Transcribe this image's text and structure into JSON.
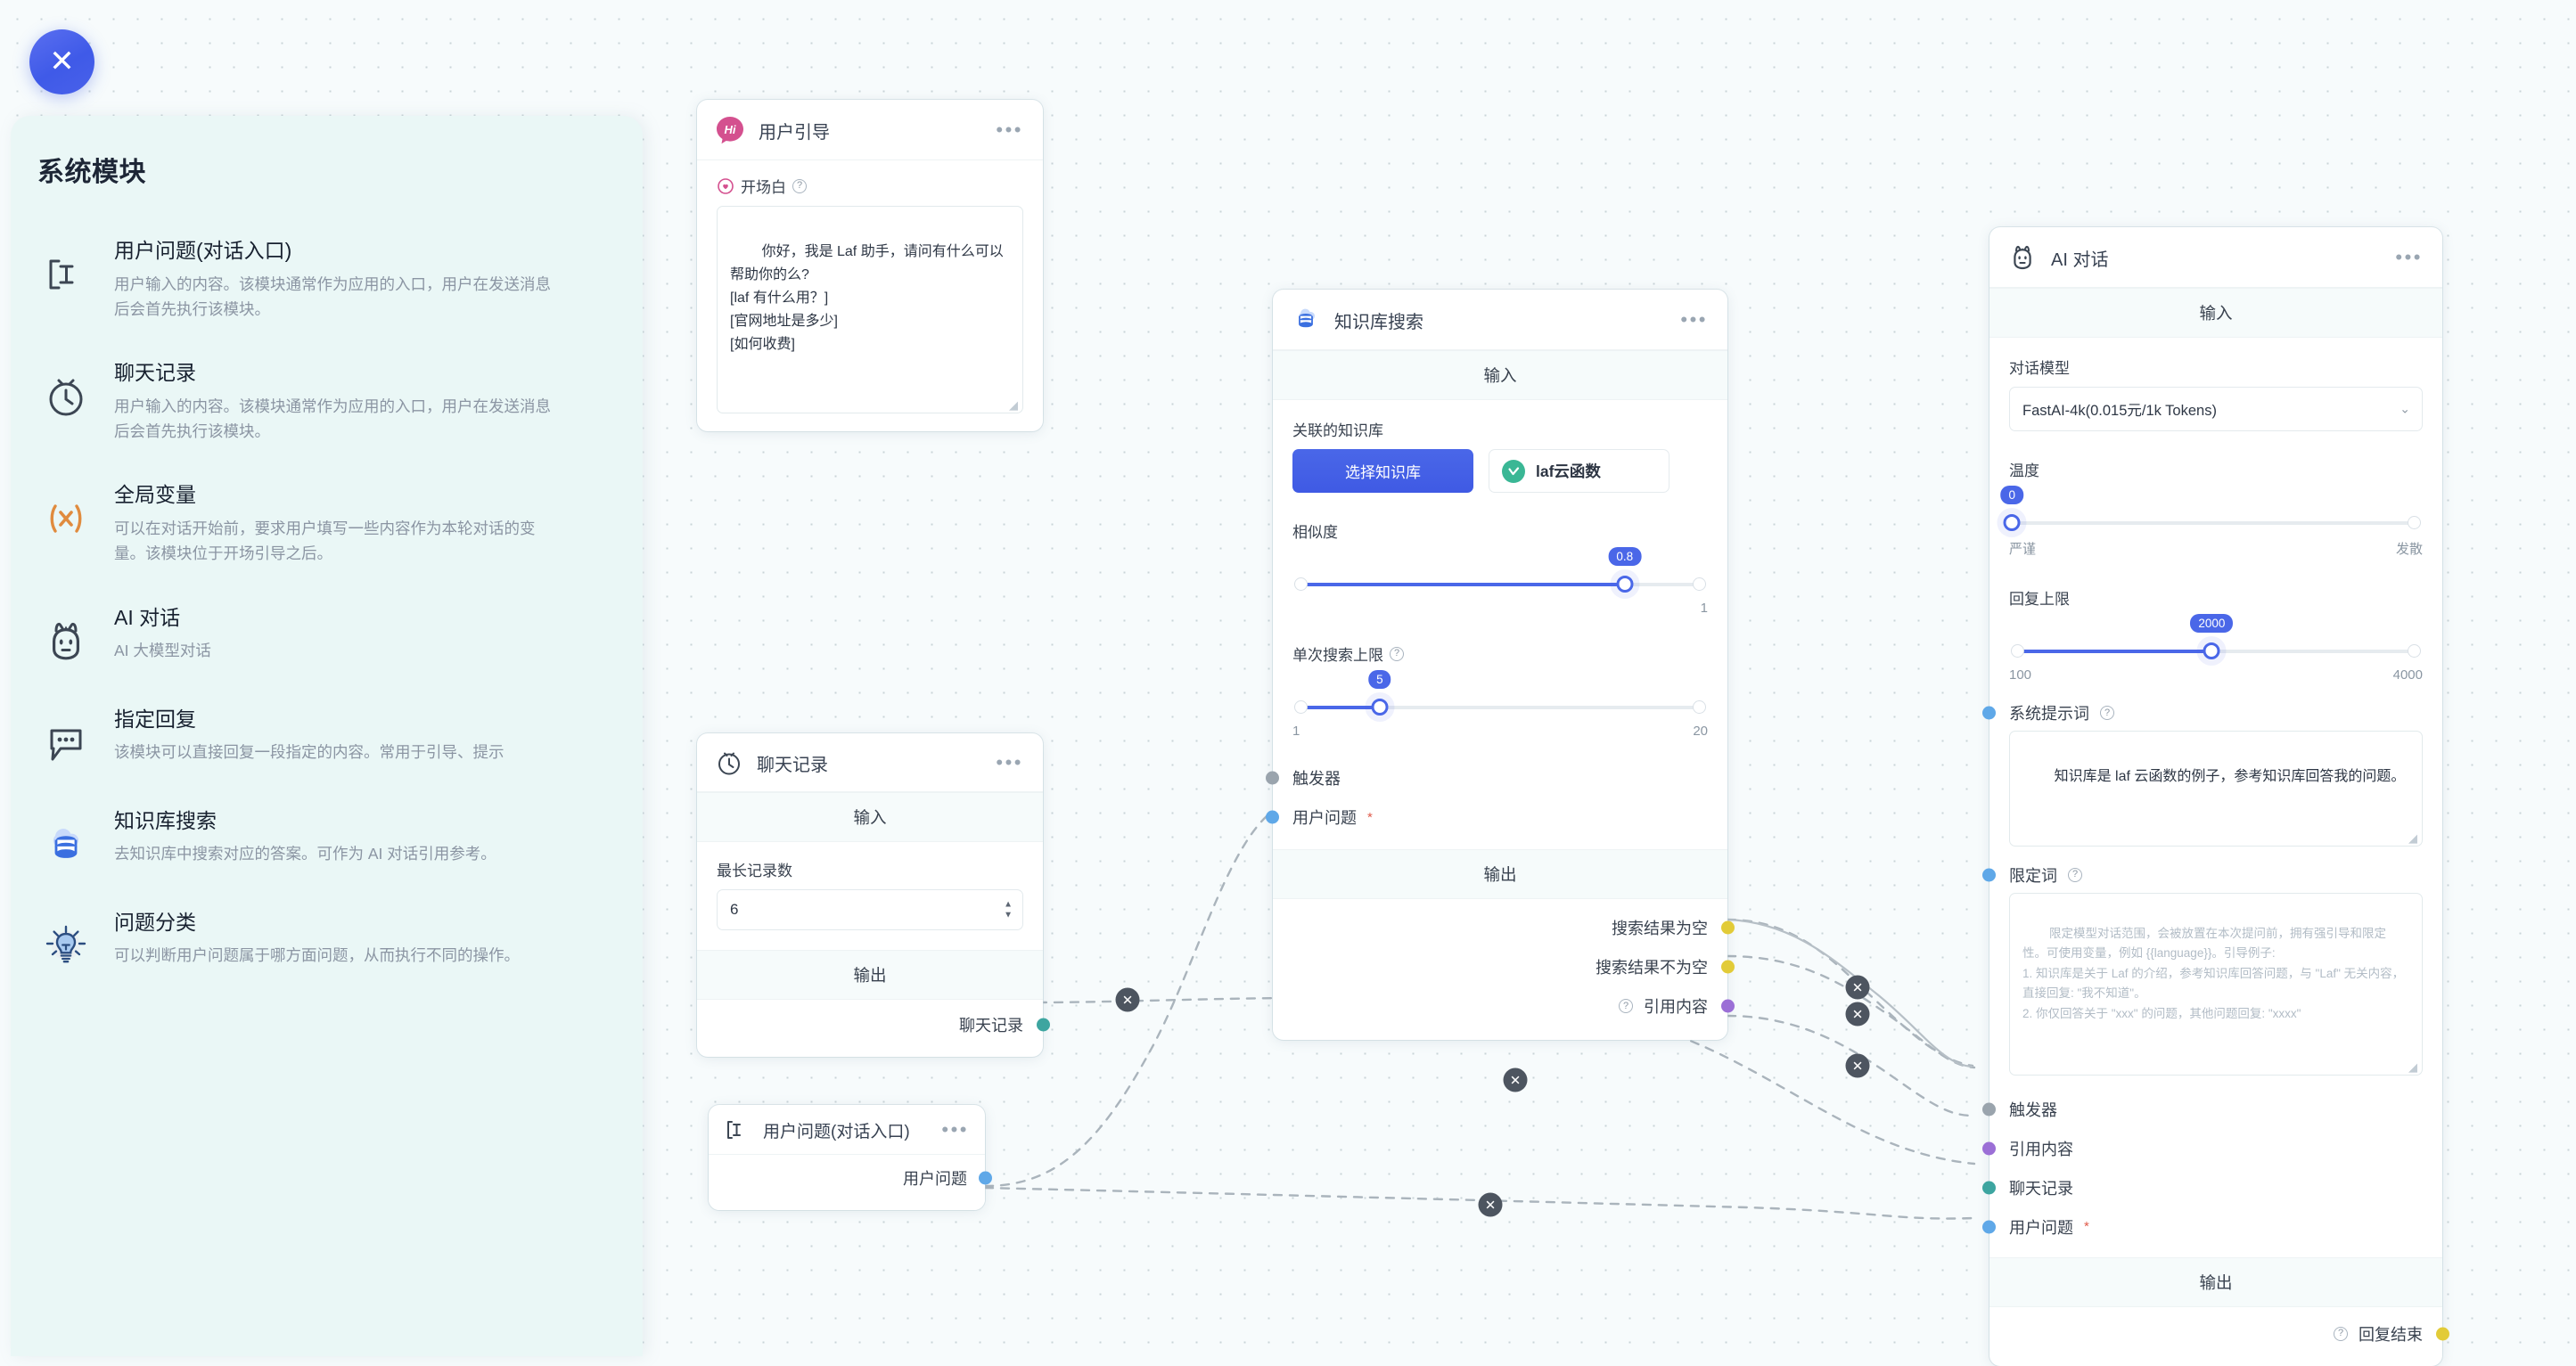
{
  "close_button": {
    "icon": "close-icon"
  },
  "sidebar": {
    "title": "系统模块",
    "items": [
      {
        "icon": "text-input-icon",
        "name": "用户问题(对话入口)",
        "desc": "用户输入的内容。该模块通常作为应用的入口，用户在发送消息后会首先执行该模块。"
      },
      {
        "icon": "clock-history-icon",
        "name": "聊天记录",
        "desc": "用户输入的内容。该模块通常作为应用的入口，用户在发送消息后会首先执行该模块。"
      },
      {
        "icon": "variable-x-icon",
        "name": "全局变量",
        "desc": "可以在对话开始前，要求用户填写一些内容作为本轮对话的变量。该模块位于开场引导之后。"
      },
      {
        "icon": "robot-icon",
        "name": "AI 对话",
        "desc": "AI 大模型对话"
      },
      {
        "icon": "chat-bubble-icon",
        "name": "指定回复",
        "desc": "该模块可以直接回复一段指定的内容。常用于引导、提示"
      },
      {
        "icon": "database-cloud-icon",
        "name": "知识库搜索",
        "desc": "去知识库中搜索对应的答案。可作为 AI 对话引用参考。"
      },
      {
        "icon": "lightbulb-icon",
        "name": "问题分类",
        "desc": "可以判断用户问题属于哪方面问题，从而执行不同的操作。"
      }
    ]
  },
  "nodes": {
    "guide": {
      "icon": "hi-badge-icon",
      "title": "用户引导",
      "menu": "•••",
      "field_label": "开场白",
      "help": "?",
      "textarea_value": "你好，我是 Laf 助手，请问有什么可以帮助你的么?\n[laf 有什么用？]\n[官网地址是多少]\n[如何收费]"
    },
    "chat_history": {
      "icon": "clock-history-icon",
      "title": "聊天记录",
      "menu": "•••",
      "input_header": "输入",
      "output_header": "输出",
      "max_records_label": "最长记录数",
      "max_records_value": "6",
      "output_port_label": "聊天记录"
    },
    "user_question": {
      "icon": "text-input-icon",
      "title": "用户问题(对话入口)",
      "menu": "•••",
      "output_port_label": "用户问题"
    },
    "kb_search": {
      "icon": "database-cloud-icon",
      "title": "知识库搜索",
      "menu": "•••",
      "input_header": "输入",
      "output_header": "输出",
      "related_kb_label": "关联的知识库",
      "select_kb_button": "选择知识库",
      "kb_tag": "laf云函数",
      "similarity_label": "相似度",
      "similarity_value": "0.8",
      "similarity_min": "",
      "similarity_max": "1",
      "limit_label": "单次搜索上限",
      "limit_help": "?",
      "limit_value": "5",
      "limit_min": "1",
      "limit_max": "20",
      "in_trigger": "触发器",
      "in_user_question": "用户问题",
      "in_required_mark": "*",
      "out_empty": "搜索结果为空",
      "out_not_empty": "搜索结果不为空",
      "out_quote": "引用内容",
      "out_quote_help": "?"
    },
    "ai_chat": {
      "icon": "robot-icon",
      "title": "AI 对话",
      "menu": "•••",
      "input_header": "输入",
      "output_header": "输出",
      "model_label": "对话模型",
      "model_value": "FastAI-4k(0.015元/1k Tokens)",
      "temperature_label": "温度",
      "temperature_value": "0",
      "temperature_min_label": "严谨",
      "temperature_max_label": "发散",
      "maxtokens_label": "回复上限",
      "maxtokens_value": "2000",
      "maxtokens_min": "100",
      "maxtokens_max": "4000",
      "system_prompt_label": "系统提示词",
      "system_prompt_help": "?",
      "system_prompt_value": "知识库是 laf 云函数的例子，参考知识库回答我的问题。",
      "limit_word_label": "限定词",
      "limit_word_help": "?",
      "limit_word_placeholder": "限定模型对话范围，会被放置在本次提问前，拥有强引导和限定性。可使用变量，例如 {{language}}。引导例子:\n1. 知识库是关于 Laf 的介绍，参考知识库回答问题，与 \"Laf\" 无关内容，直接回复: \"我不知道\"。\n2. 你仅回答关于 \"xxx\" 的问题，其他问题回复: \"xxxx\"",
      "in_trigger": "触发器",
      "in_quote": "引用内容",
      "in_chat_history": "聊天记录",
      "in_user_question": "用户问题",
      "in_required_mark": "*",
      "out_reply_end": "回复结束",
      "out_reply_end_help": "?"
    }
  },
  "edges": {
    "delete_icon": "close-circle-icon"
  },
  "colors": {
    "accent": "#4a67e8",
    "port_blue": "#5fa8e8",
    "port_grey": "#9aa4ad",
    "port_yellow": "#e2cb38",
    "port_purple": "#9b6fd6",
    "port_teal": "#3da5a0",
    "pink": "#d4508f",
    "green": "#3ab795",
    "orange": "#e08b3e",
    "canvas_bg": "#f7fbfc",
    "sidebar_bg": "#eaf7f6"
  }
}
